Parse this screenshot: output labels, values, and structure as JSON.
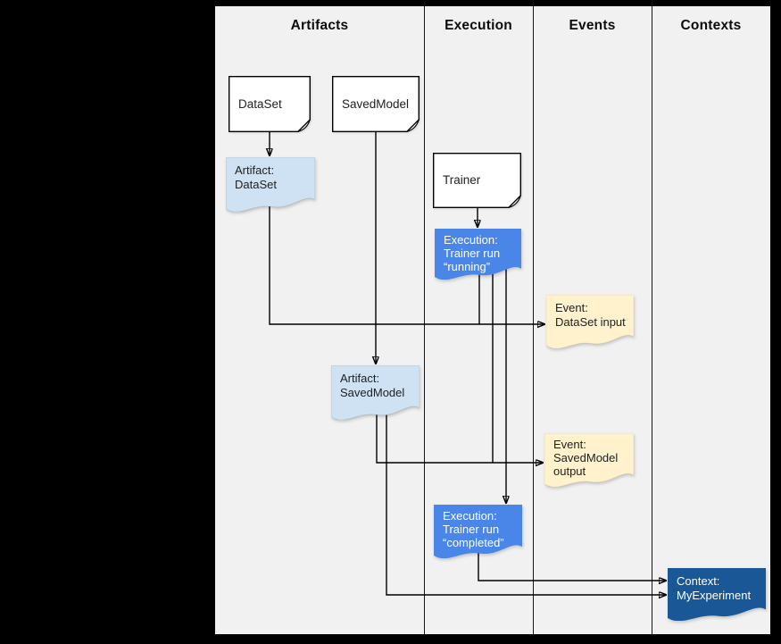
{
  "diagram": {
    "columns": [
      {
        "label": "Artifacts"
      },
      {
        "label": "Execution"
      },
      {
        "label": "Events"
      },
      {
        "label": "Contexts"
      }
    ],
    "nodes": {
      "dataset": {
        "label": "DataSet"
      },
      "savedmodel": {
        "label": "SavedModel"
      },
      "trainer": {
        "label": "Trainer"
      },
      "artifact_dataset": {
        "label": "Artifact:\nDataSet"
      },
      "execution_running": {
        "label": "Execution:\nTrainer run\n“running”"
      },
      "event_dataset_input": {
        "label": "Event:\nDataSet input"
      },
      "artifact_savedmodel": {
        "label": "Artifact:\nSavedModel"
      },
      "event_savedmodel_output": {
        "label": "Event:\nSavedModel\noutput"
      },
      "execution_completed": {
        "label": "Execution:\nTrainer run\n“completed”"
      },
      "context_myexperiment": {
        "label": "Context:\nMyExperiment"
      }
    },
    "colors": {
      "frame_bg": "#000000",
      "canvas_bg": "#f1f1f1",
      "artifact_fill": "#cfe2f3",
      "event_fill": "#fff2cc",
      "execution_fill": "#4a86e8",
      "context_fill": "#1a5796",
      "note_fill": "#ffffff",
      "line": "#000000"
    }
  }
}
